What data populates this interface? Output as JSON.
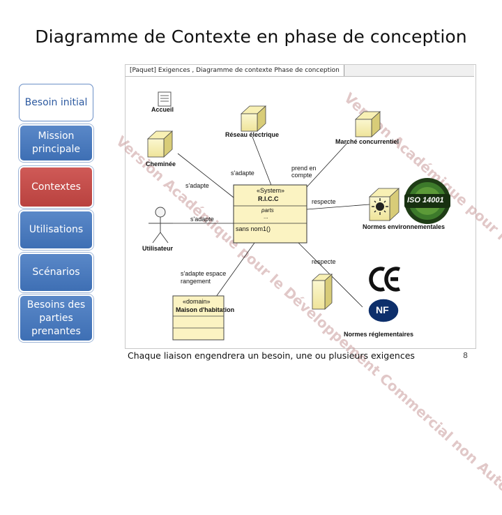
{
  "slide": {
    "title": "Diagramme de Contexte en phase de conception",
    "caption": "Chaque liaison engendrera un besoin, une ou plusieurs exigences",
    "page_number": "8"
  },
  "nav": [
    {
      "label": "Besoin initial"
    },
    {
      "label": "Mission principale"
    },
    {
      "label": "Contextes"
    },
    {
      "label": "Utilisations"
    },
    {
      "label": "Scénarios"
    },
    {
      "label": "Besoins des parties prenantes"
    }
  ],
  "diagram": {
    "tab_label": "[Paquet] Exigences , Diagramme de contexte Phase de conception",
    "watermark": "Version Académique pour le Développement Commercial non Autorisé",
    "nodes": {
      "accueil": "Accueil",
      "reseau": "Réseau électrique",
      "marche": "Marché concurrentiel",
      "cheminee": "Cheminée",
      "utilisateur": "Utilisateur",
      "maison_stereotype": "«domain»",
      "maison": "Maison d'habitation",
      "normes_env": "Normes environnementales",
      "normes_regl": "Normes réglementaires",
      "system_stereotype": "«System»",
      "system_name": "R.I.C.C",
      "system_parts": "parts",
      "system_dots": "...",
      "system_op": "sans nom1()"
    },
    "links": {
      "sadapte1": "s'adapte",
      "sadapte2": "s'adapte",
      "sadapte3": "s'adapte",
      "prend_line1": "prend en",
      "prend_line2": "compte",
      "respecte1": "respecte",
      "respecte2": "respecte",
      "espace_line1": "s'adapte espace",
      "espace_line2": "rangement"
    },
    "logos": {
      "iso": "ISO 14001",
      "ce": "CE",
      "nf": "NF"
    }
  }
}
